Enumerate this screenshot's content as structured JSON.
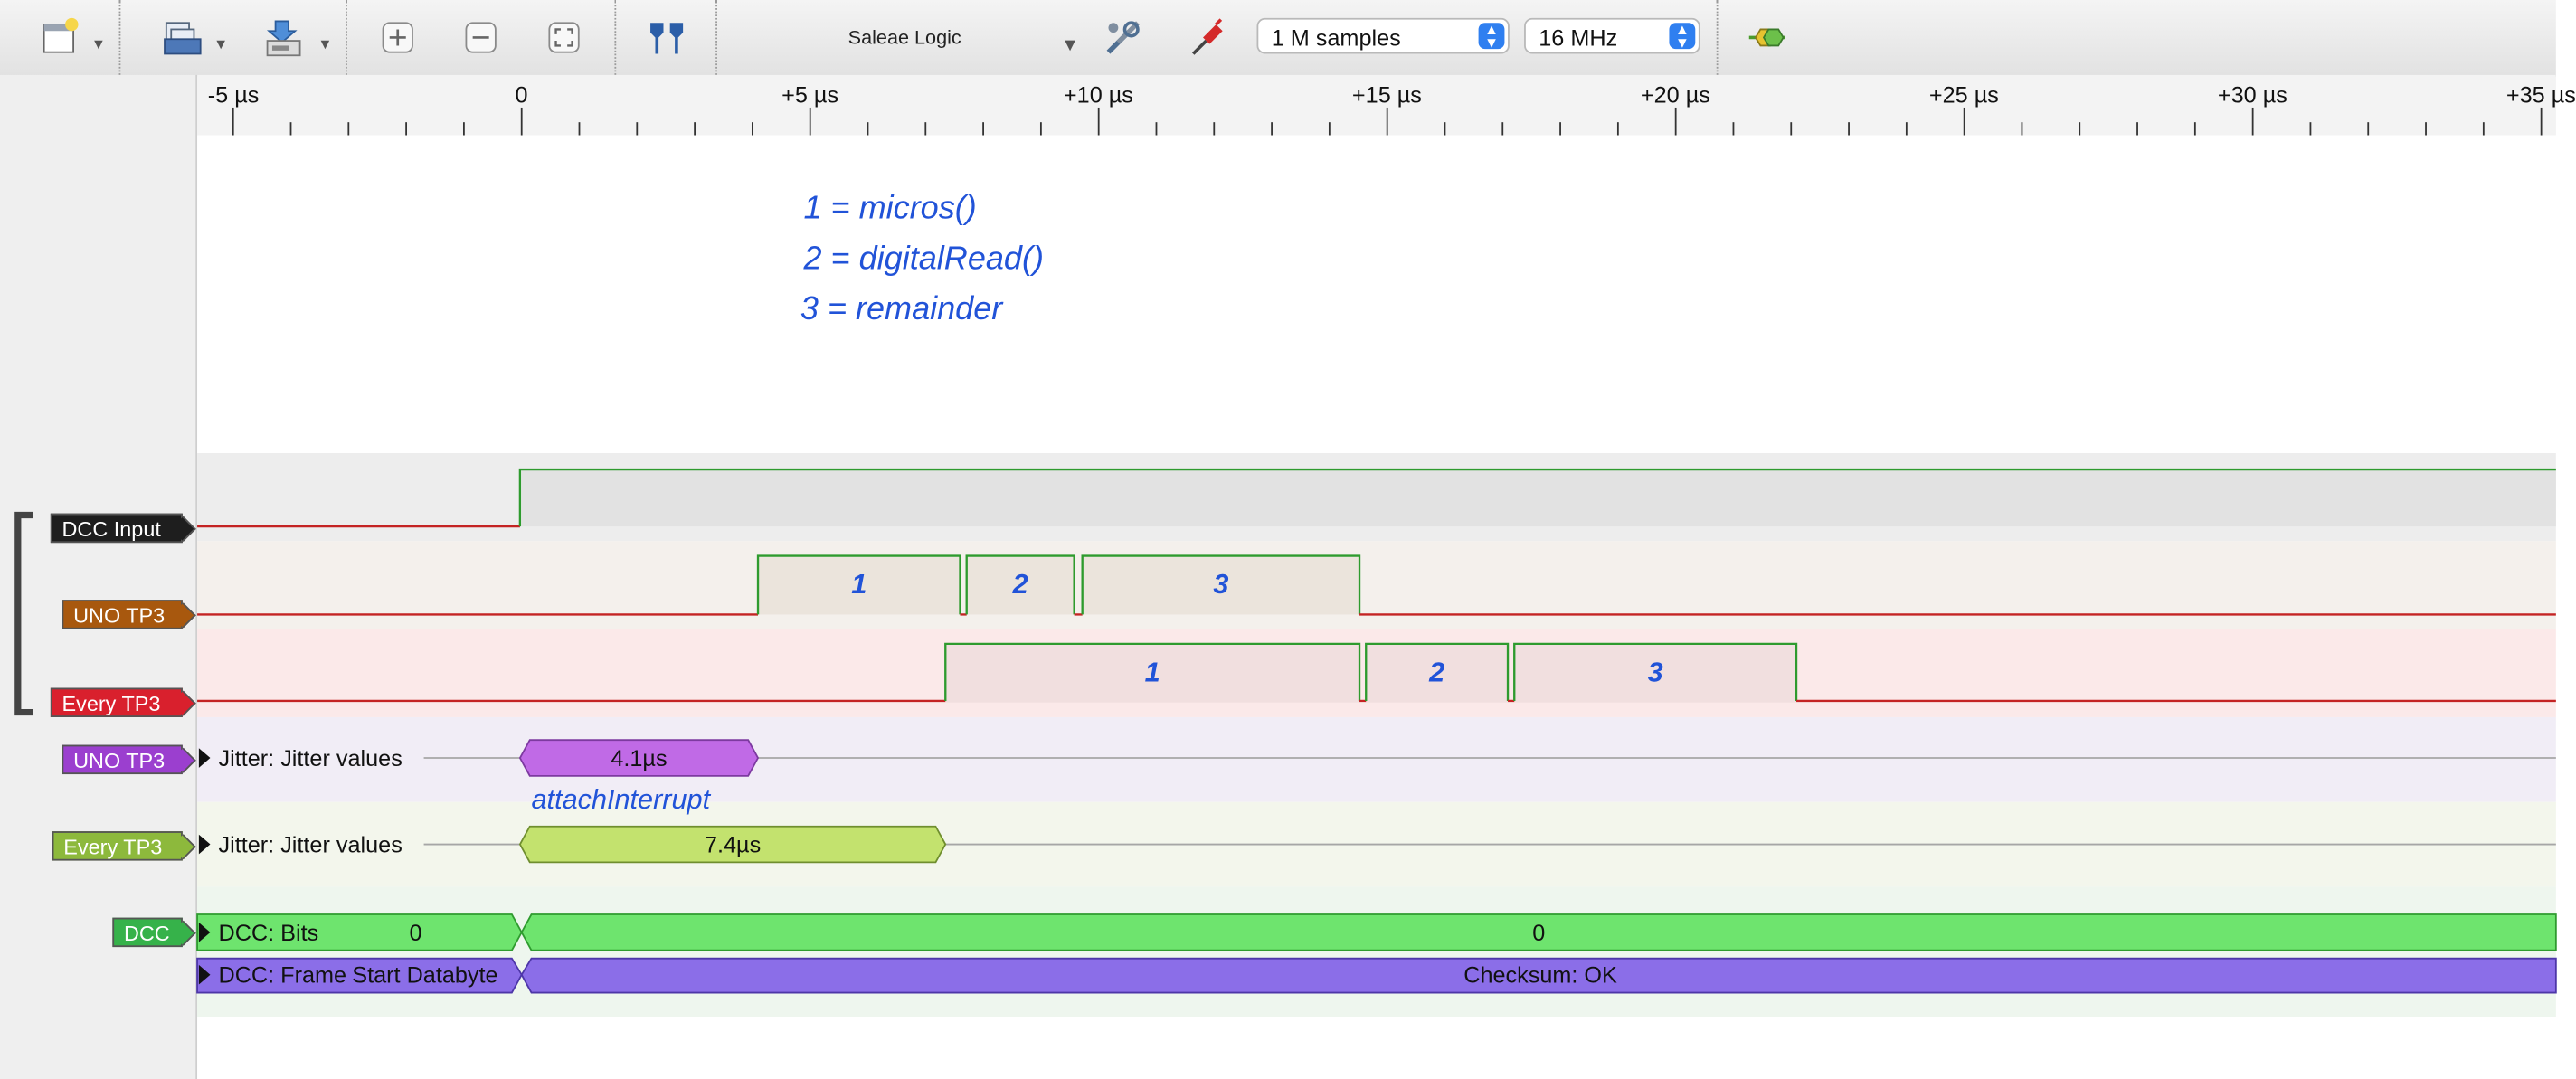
{
  "toolbar": {
    "app_name": "Saleae Logic",
    "samples_value": "1 M samples",
    "rate_value": "16 MHz",
    "icons": [
      "new-session-icon",
      "open-icon",
      "save-icon",
      "zoom-in-icon",
      "zoom-out-icon",
      "zoom-fit-icon",
      "cursor-markers-icon",
      "tools-icon",
      "probe-icon",
      "analyzer-icon"
    ]
  },
  "ruler": {
    "ticks": [
      "-5 µs",
      "0",
      "+5 µs",
      "+10 µs",
      "+15 µs",
      "+20 µs",
      "+25 µs",
      "+30 µs",
      "+35 µs"
    ]
  },
  "notes": {
    "line1": "1 = micros()",
    "line2": "2 = digitalRead()",
    "line3": "3 = remainder",
    "attach": "attachInterrupt"
  },
  "channels": {
    "dcc_input": {
      "label": "DCC Input",
      "color": "#1e1e1e"
    },
    "uno_tp3": {
      "label": "UNO TP3",
      "color": "#a8580e"
    },
    "every_tp3": {
      "label": "Every TP3",
      "color": "#d9202d"
    },
    "uno_jitter": {
      "label": "UNO TP3",
      "color": "#9b3fcf"
    },
    "every_jitter": {
      "label": "Every TP3",
      "color": "#8db93c"
    },
    "dcc": {
      "label": "DCC",
      "color": "#36b24a"
    }
  },
  "uno_pulses": [
    "1",
    "2",
    "3"
  ],
  "every_pulses": [
    "1",
    "2",
    "3"
  ],
  "analyzers": {
    "uno_jitter": {
      "name": "Jitter: Jitter values",
      "value": "4.1µs"
    },
    "every_jitter": {
      "name": "Jitter: Jitter values",
      "value": "7.4µs"
    },
    "dcc_bits": {
      "name": "DCC: Bits",
      "first": "0",
      "second": "0"
    },
    "dcc_frame": {
      "name": "DCC: Frame",
      "first": "Start Databyte",
      "second": "Checksum: OK"
    }
  }
}
